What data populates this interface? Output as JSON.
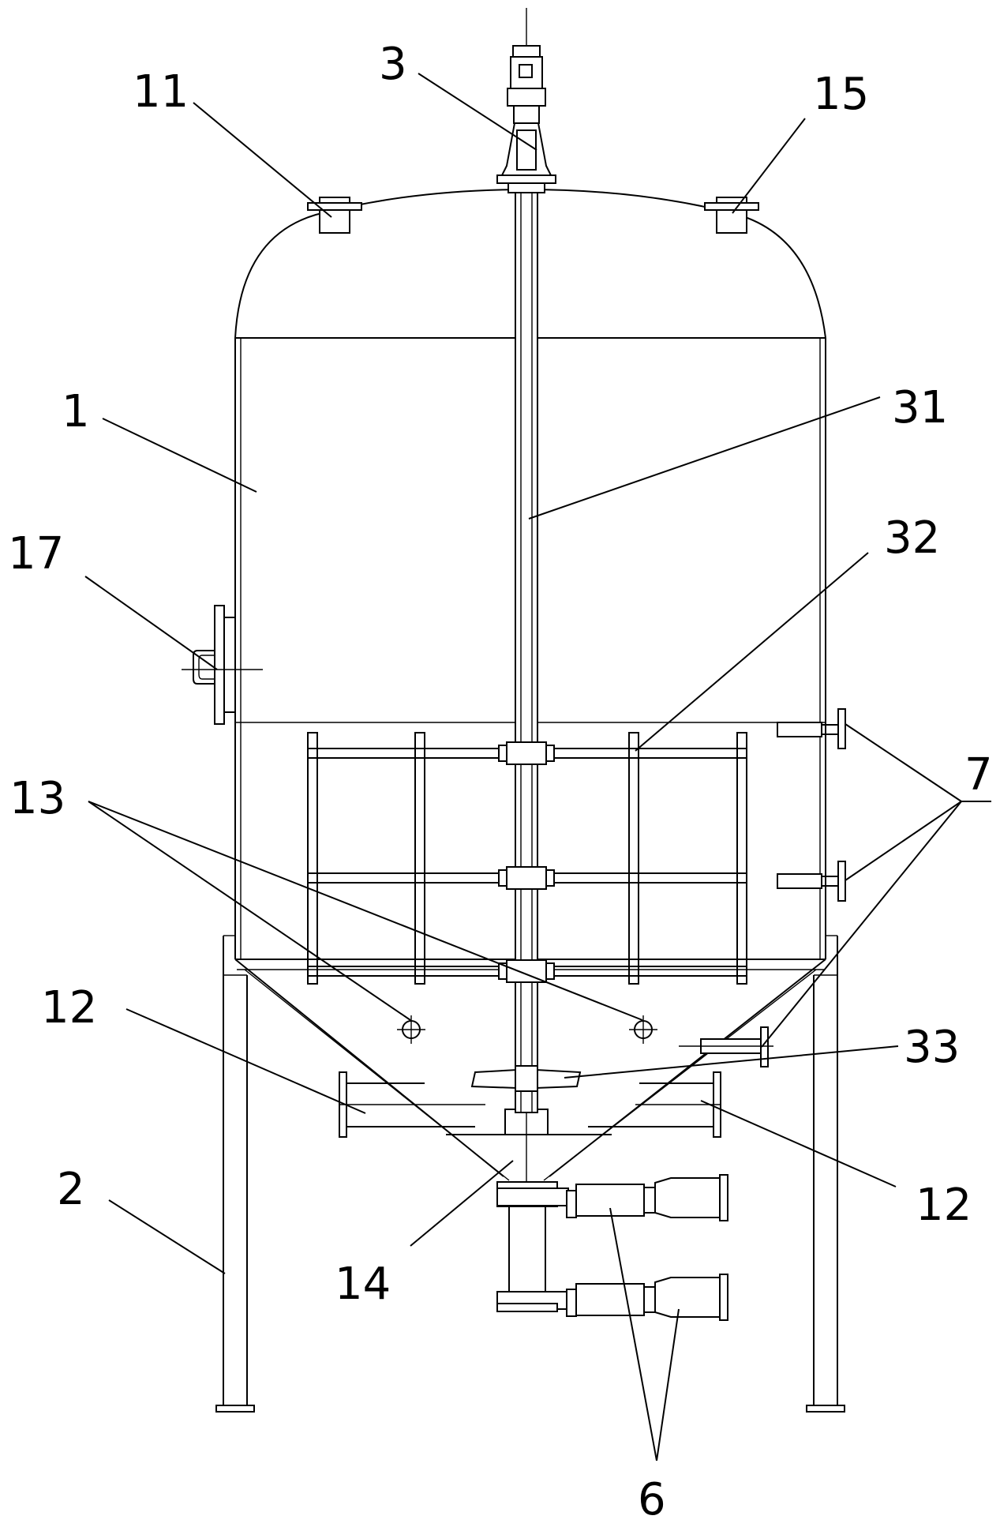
{
  "labels": {
    "l1": "1",
    "l2": "2",
    "l3": "3",
    "l6": "6",
    "l7": "7",
    "l11": "11",
    "l12a": "12",
    "l12b": "12",
    "l13": "13",
    "l14": "14",
    "l15": "15",
    "l17": "17",
    "l31": "31",
    "l32": "32",
    "l33": "33"
  }
}
